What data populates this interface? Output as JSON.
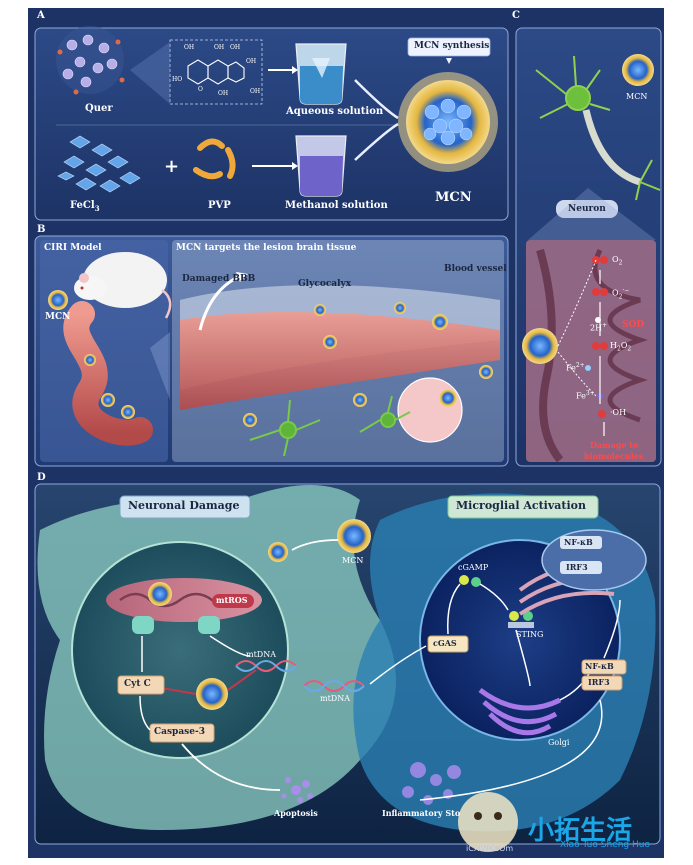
{
  "panels": {
    "a": {
      "letter": "A",
      "quer": "Quer",
      "aqueous": "Aqueous solution",
      "fecl3": "FeCl",
      "fecl3_sub": "3",
      "pvp": "PVP",
      "methanol": "Methanol solution",
      "synthesis": "MCN synthesis",
      "mcn": "MCN",
      "plus": "+",
      "oh_labels": [
        "OH",
        "OH",
        "OH",
        "OH",
        "O",
        "OH",
        "OH",
        "HO"
      ]
    },
    "b": {
      "letter": "B",
      "model": "CIRI Model",
      "mcn": "MCN",
      "targets": "MCN targets the lesion brain tissue",
      "bbb": "Damaged BBB",
      "glycocalyx": "Glycocalyx",
      "vessel": "Blood vessel"
    },
    "c": {
      "letter": "C",
      "mcn": "MCN",
      "neuron": "Neuron",
      "o2": "O",
      "o2_sub": "2",
      "o2_rad": "O",
      "o2_rad_sub": "2",
      "o2_rad_sup": "·−",
      "h": "2H",
      "h_sup": "+",
      "sod": "SOD",
      "h2o2": "H",
      "h2o2_mid": "2",
      "h2o2_end": "O",
      "h2o2_sub": "2",
      "fe2": "Fe",
      "fe2_sup": "2+",
      "fe3": "Fe",
      "fe3_sup": "3+",
      "oh": "·OH",
      "damage": "Damage to",
      "biomol": "biomolecules"
    },
    "d": {
      "letter": "D",
      "neuronal": "Neuronal Damage",
      "microglial": "Microglial Activation",
      "mcn": "MCN",
      "mtros": "mtROS",
      "mtdna": "mtDNA",
      "mtdna2": "mtDNA",
      "cytc": "Cyt C",
      "caspase": "Caspase-3",
      "apoptosis": "Apoptosis",
      "storm": "Inflammatory Sto",
      "cgamp": "cGAMP",
      "cgas": "cGAS",
      "sting": "STING",
      "nfkb": "NF-κB",
      "irf3": "IRF3",
      "nfkb2": "NF-κB",
      "irf3b": "IRF3",
      "golgi": "Golgi"
    }
  },
  "watermark": {
    "cn": "小拓生活",
    "pinyin": "Xiao Tuo Sheng Huo",
    "mid": "iCXWOCOm"
  }
}
